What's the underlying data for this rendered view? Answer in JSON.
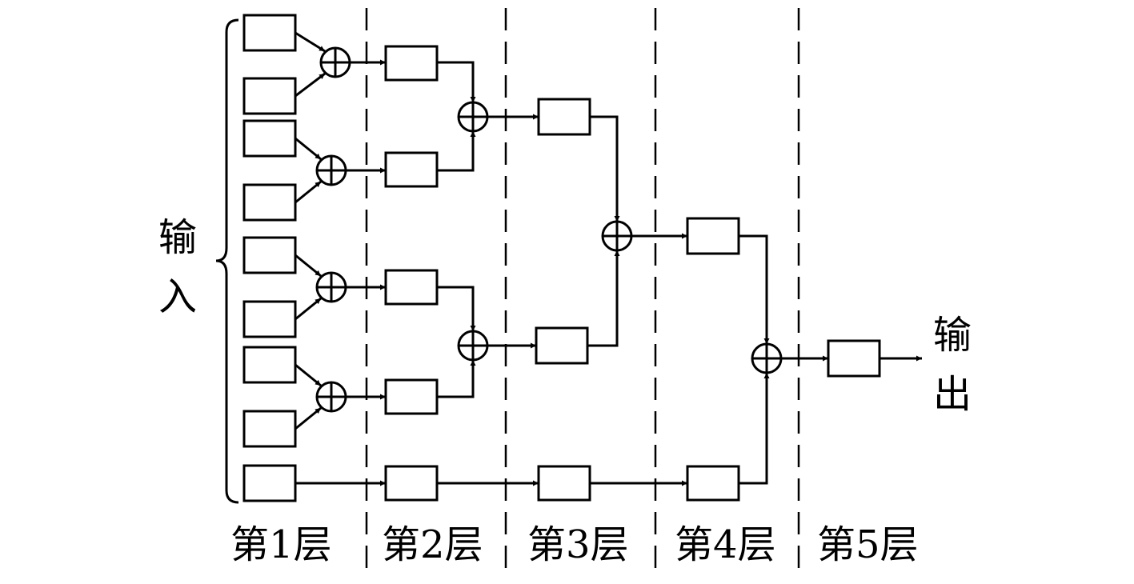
{
  "input_label": [
    "输",
    "入"
  ],
  "output_label": [
    "输",
    "出"
  ],
  "layers": [
    {
      "label": "第1层"
    },
    {
      "label": "第2层"
    },
    {
      "label": "第3层"
    },
    {
      "label": "第4层"
    },
    {
      "label": "第5层"
    }
  ]
}
